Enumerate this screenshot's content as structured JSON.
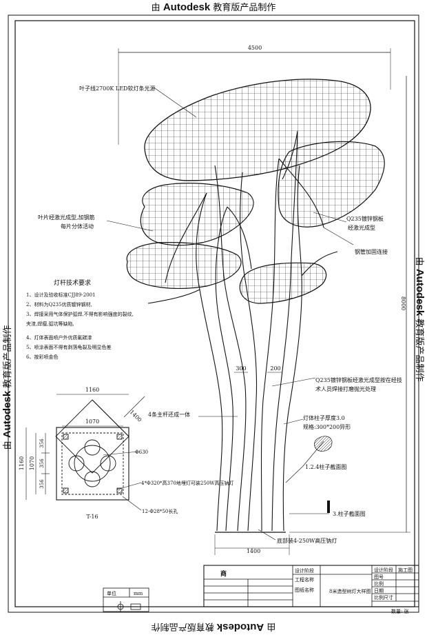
{
  "watermark": {
    "prefix": "由",
    "brand": "Autodesk",
    "suffix": "教育版产品制作"
  },
  "dims": {
    "width_total": "4500",
    "height_total": "8000",
    "d300": "300",
    "d200": "200",
    "base_width": "1400",
    "plan_outer": "1160",
    "plan_inner": "1070",
    "plan_diag": "1400",
    "plan_left_outer": "1160",
    "plan_left_inner": "1070",
    "d356a": "356",
    "d356b": "356",
    "d356c": "356",
    "phi630": "Φ630"
  },
  "labels": {
    "led": "叶子线2700K LED软灯条光源",
    "leaf_line1": "叶片经激光成型,加钢筋",
    "leaf_line2": "每片分体活动",
    "q235_line1": "Q235镀锌钢板",
    "q235_line2": "经激光成型",
    "pipe": "钢管加固连接",
    "trunk_line1": "Q235镀锌钢板经激光成型按在经技",
    "trunk_line2": "术人员焊接打磨抛光处理",
    "four_bars": "4条主杆还成一体",
    "thickness_line1": "灯体柱子厚度3.0",
    "thickness_line2": "规格:300*200异形",
    "sect124": "1.2.4柱子截面图",
    "sect3": "3.柱子截面图",
    "base_lamp": "底部装4-250W高压钠灯",
    "ground_lamp": "4*Φ320*高370地埋灯可装250W高压钠灯",
    "holes": "12-Φ28*50长孔",
    "t16": "T-16"
  },
  "tech": {
    "title": "灯杆技术要求",
    "items": [
      "1、设计及验收标准CJJ89-2001",
      "2、材料为Q235优质镀锌钢材,",
      "3、焊接采用气体保护弧焊,不得有影响强度的裂纹,",
      "夹渣,焊瘤,弧坑等缺陷,",
      "4、灯体表面喷户外优质氟碳漆",
      "5、喷涂表面不得有剥落龟裂及明显色差",
      "6、按彩喷金色"
    ]
  },
  "titleblock": {
    "company": "商",
    "c1": "设计阶段",
    "c2": "工程名称",
    "c3": "图纸名称",
    "drawing_name": "8米造型树灯大样图",
    "r1": "设计阶段",
    "r1v": "施工图",
    "r2": "图号",
    "r3": "比例",
    "r4": "日期",
    "r5": "比例尺寸",
    "unit_label": "单位",
    "unit_value": "mm",
    "sheet": "数量: 张"
  }
}
